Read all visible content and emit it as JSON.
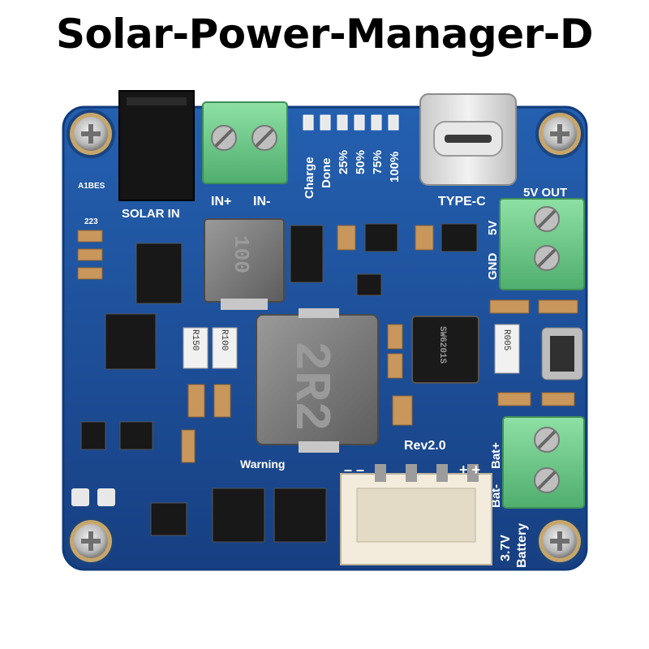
{
  "title": "Solar-Power-Manager-D",
  "board": {
    "silkscreen": {
      "solar_in": "SOLAR IN",
      "in_plus": "IN+",
      "in_minus": "IN-",
      "charge": "Charge",
      "done": "Done",
      "pct25": "25%",
      "pct50": "50%",
      "pct75": "75%",
      "pct100": "100%",
      "type_c": "TYPE-C",
      "five_v_out": "5V OUT",
      "five_v": "5V",
      "gnd": "GND",
      "rev": "Rev2.0",
      "warning": "Warning",
      "minus_signs": "– –",
      "plus_signs": "+ +",
      "bat_minus": "Bat-",
      "bat_plus": "Bat+",
      "three_seven_v": "3.7V",
      "battery": "Battery"
    },
    "component_markings": {
      "inductor_small": "100",
      "inductor_large": "2R2",
      "r150": "R150",
      "r100": "R100",
      "r005": "R005",
      "ic_main": "SW6201S",
      "r223": "223",
      "a1bes": "A1BES"
    },
    "colors": {
      "pcb": "#1b4f9c",
      "pcb_edge": "#103a7a",
      "terminal": "#6cc88a",
      "silkscreen": "#ffffff"
    }
  }
}
